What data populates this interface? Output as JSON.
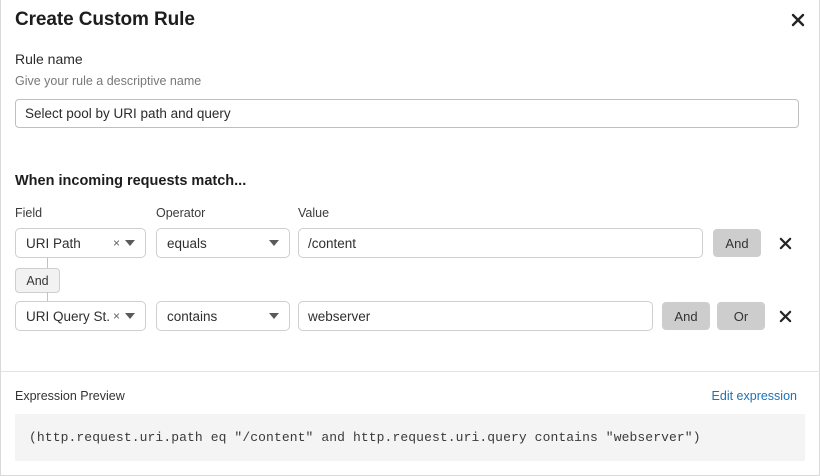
{
  "dialog": {
    "title": "Create Custom Rule",
    "close_icon": "close-icon"
  },
  "rule_name": {
    "label": "Rule name",
    "hint": "Give your rule a descriptive name",
    "value": "Select pool by URI path and query",
    "placeholder": ""
  },
  "match_section": {
    "heading": "When incoming requests match...",
    "columns": {
      "field": "Field",
      "operator": "Operator",
      "value": "Value"
    },
    "connector": {
      "label": "And"
    },
    "rows": [
      {
        "field": "URI Path",
        "field_clear_icon": "clear-icon",
        "field_caret_icon": "chevron-down-icon",
        "operator": "equals",
        "operator_caret_icon": "chevron-down-icon",
        "value": "/content",
        "and_label": "And",
        "delete_icon": "close-icon"
      },
      {
        "field": "URI Query St...",
        "field_clear_icon": "clear-icon",
        "field_caret_icon": "chevron-down-icon",
        "operator": "contains",
        "operator_caret_icon": "chevron-down-icon",
        "value": "webserver",
        "and_label": "And",
        "or_label": "Or",
        "delete_icon": "close-icon"
      }
    ]
  },
  "expression": {
    "label": "Expression Preview",
    "edit_link": "Edit expression",
    "preview": "(http.request.uri.path eq \"/content\" and http.request.uri.query contains \"webserver\")"
  },
  "colors": {
    "link": "#2072b3",
    "logic_button_bg": "#cdcdcd",
    "preview_bg": "#f4f4f4",
    "border": "#cfcfcf"
  }
}
